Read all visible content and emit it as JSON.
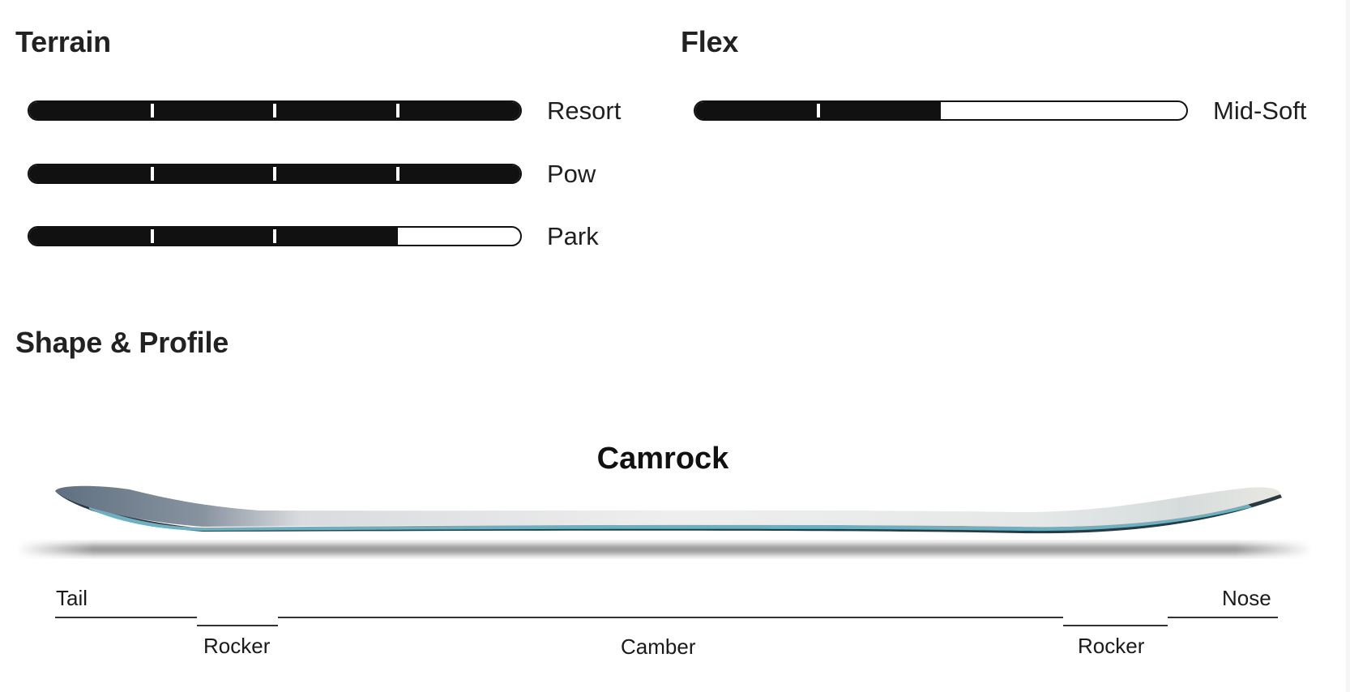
{
  "terrain": {
    "title": "Terrain",
    "segments": 4,
    "items": [
      {
        "label": "Resort",
        "value": 4,
        "max": 4
      },
      {
        "label": "Pow",
        "value": 4,
        "max": 4
      },
      {
        "label": "Park",
        "value": 3,
        "max": 4
      }
    ]
  },
  "flex": {
    "title": "Flex",
    "segments": 4,
    "value": 2,
    "max": 4,
    "label": "Mid-Soft"
  },
  "shape_profile": {
    "title": "Shape & Profile",
    "profile_name": "Camrock",
    "end_labels": {
      "tail": "Tail",
      "nose": "Nose"
    },
    "zones": [
      {
        "label": "Rocker",
        "type": "rocker"
      },
      {
        "label": "Camber",
        "type": "camber"
      },
      {
        "label": "Rocker",
        "type": "rocker"
      }
    ],
    "board_image": "snowboard-side-profile"
  },
  "colors": {
    "meter_fill": "#111111",
    "meter_empty": "#ffffff",
    "board_topsheet": "#6b7b88",
    "board_base": "#6fb0c0"
  }
}
